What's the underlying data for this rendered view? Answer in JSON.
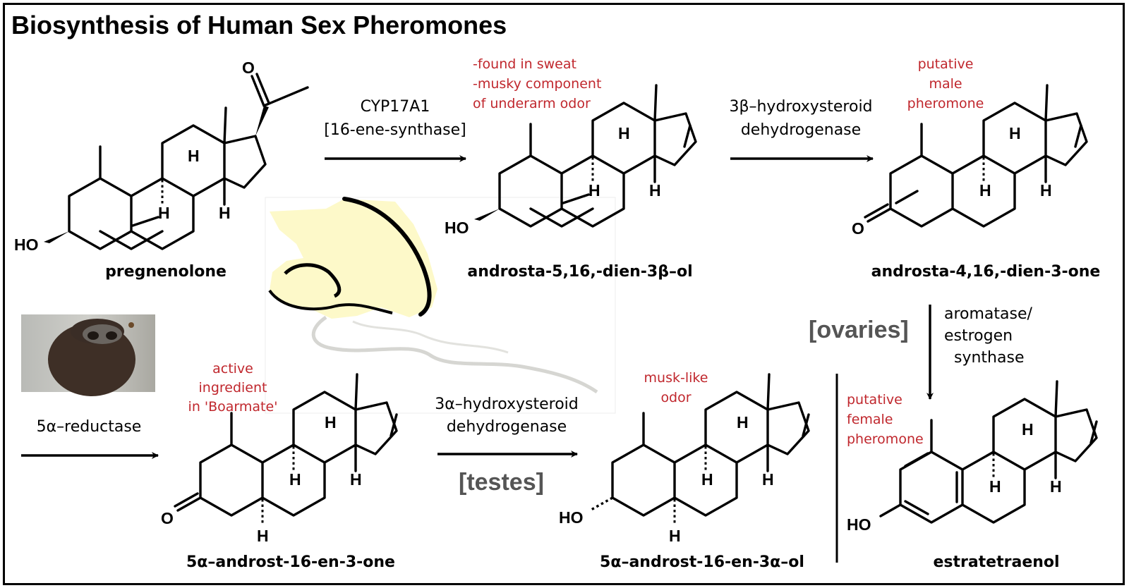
{
  "title": "Biosynthesis of Human Sex Pheromones",
  "compounds": {
    "pregnenolone": "pregnenolone",
    "androstadienol": "androsta-5,16,-dien-3β–ol",
    "androstadienone": "androsta-4,16,-dien-3-one",
    "androstenone": "5α–androst-16-en-3-one",
    "androstenol": "5α–androst-16-en-3α–ol",
    "estratetraenol": "estratetraenol"
  },
  "atoms": {
    "H": "H",
    "HO": "HO",
    "O": "O"
  },
  "reactions": {
    "cyp17a1_line1": "CYP17A1",
    "cyp17a1_line2": "[16-ene-synthase]",
    "hsd3b_line1": "3β–hydroxysteroid",
    "hsd3b_line2": "dehydrogenase",
    "aromatase_line1": "aromatase/",
    "aromatase_line2": "estrogen",
    "aromatase_line3": "synthase",
    "reductase": "5α–reductase",
    "hsd3a_line1": "3α–hydroxysteroid",
    "hsd3a_line2": "dehydrogenase"
  },
  "sites": {
    "ovaries": "[ovaries]",
    "testes": "[testes]"
  },
  "notes": {
    "sweat_line1": "-found in sweat",
    "sweat_line2": "-musky component",
    "sweat_line3": "of underarm odor",
    "male_line1": "putative",
    "male_line2": "male",
    "male_line3": "pheromone",
    "boar_line1": "active",
    "boar_line2": "ingredient",
    "boar_line3": "in 'Boarmate'",
    "musk_line1": "musk-like",
    "musk_line2": "odor",
    "female_line1": "putative",
    "female_line2": "female",
    "female_line3": "pheromone"
  },
  "colors": {
    "note_red": "#c0272d",
    "site_gray": "#555555",
    "nose_fill": "#fdf9c9"
  },
  "icons": [
    "nose-illustration",
    "dog-nose-photo"
  ]
}
